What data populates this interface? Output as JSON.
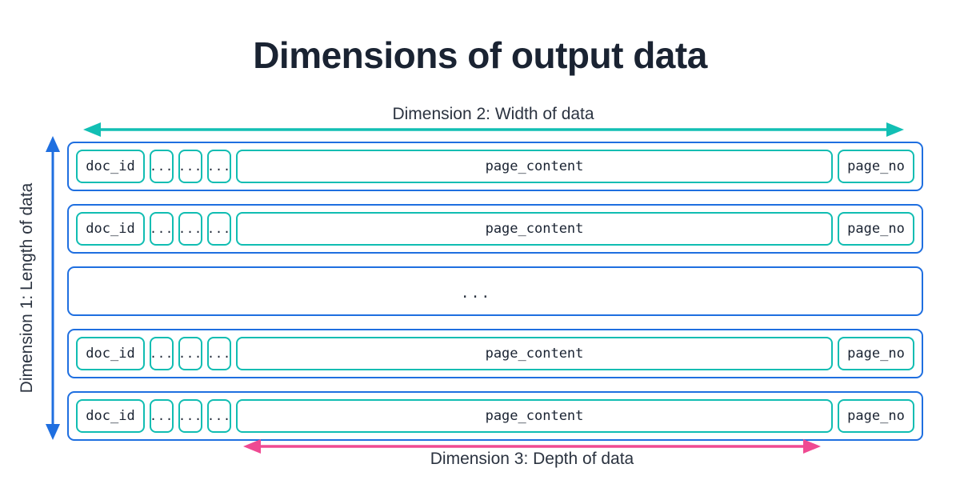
{
  "title": "Dimensions of output data",
  "colors": {
    "title": "#1a2332",
    "row_border_blue": "#1f6fe0",
    "cell_border_teal": "#10bdb2",
    "arrow_teal": "#12bfb4",
    "arrow_blue": "#1f6fe0",
    "arrow_pink": "#ef4a92",
    "label_text": "#2b3340",
    "background": "#ffffff"
  },
  "dimensions": {
    "dim2": {
      "label": "Dimension 2: Width of data",
      "arrow": "double-headed-horizontal-arrow",
      "color": "#12bfb4"
    },
    "dim1": {
      "label": "Dimension 1: Length of data",
      "arrow": "double-headed-vertical-arrow",
      "color": "#1f6fe0"
    },
    "dim3": {
      "label": "Dimension 3: Depth of data",
      "arrow": "double-headed-horizontal-arrow",
      "color": "#ef4a92"
    }
  },
  "table": {
    "rows": [
      {
        "type": "data",
        "cells": [
          {
            "kind": "doc_id",
            "label": "doc_id"
          },
          {
            "kind": "dots",
            "label": "..."
          },
          {
            "kind": "dots",
            "label": "..."
          },
          {
            "kind": "dots",
            "label": "..."
          },
          {
            "kind": "page_content",
            "label": "page_content"
          },
          {
            "kind": "page_no",
            "label": "page_no"
          }
        ]
      },
      {
        "type": "data",
        "cells": [
          {
            "kind": "doc_id",
            "label": "doc_id"
          },
          {
            "kind": "dots",
            "label": "..."
          },
          {
            "kind": "dots",
            "label": "..."
          },
          {
            "kind": "dots",
            "label": "..."
          },
          {
            "kind": "page_content",
            "label": "page_content"
          },
          {
            "kind": "page_no",
            "label": "page_no"
          }
        ]
      },
      {
        "type": "ellipsis",
        "label": "..."
      },
      {
        "type": "data",
        "cells": [
          {
            "kind": "doc_id",
            "label": "doc_id"
          },
          {
            "kind": "dots",
            "label": "..."
          },
          {
            "kind": "dots",
            "label": "..."
          },
          {
            "kind": "dots",
            "label": "..."
          },
          {
            "kind": "page_content",
            "label": "page_content"
          },
          {
            "kind": "page_no",
            "label": "page_no"
          }
        ]
      },
      {
        "type": "data",
        "cells": [
          {
            "kind": "doc_id",
            "label": "doc_id"
          },
          {
            "kind": "dots",
            "label": "..."
          },
          {
            "kind": "dots",
            "label": "..."
          },
          {
            "kind": "dots",
            "label": "..."
          },
          {
            "kind": "page_content",
            "label": "page_content"
          },
          {
            "kind": "page_no",
            "label": "page_no"
          }
        ]
      }
    ]
  }
}
